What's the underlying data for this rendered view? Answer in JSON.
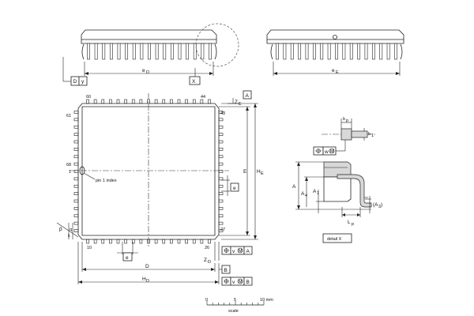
{
  "top_views": {
    "left_label_e": "e",
    "left_label_sub": "D",
    "right_label_e": "e",
    "right_label_sub": "E",
    "datum_d": "D",
    "datum_y": "y",
    "detail_marker": "X"
  },
  "plan_view": {
    "pin_60": "60",
    "pin_44": "44",
    "pin_61": "61",
    "pin_43": "43",
    "pin_68": "68",
    "pin_1": "1",
    "pin1_index": "pin 1 index",
    "pin_27": "27",
    "pin_10": "10",
    "pin_26": "26",
    "datum_a": "A",
    "z_e": "Z",
    "z_e_sub": "E",
    "z_d": "Z",
    "z_d_sub": "D",
    "e_pitch": "e",
    "e_pitch_left": "e",
    "dim_e": "E",
    "dim_he": "H",
    "dim_he_sub": "E",
    "dim_d": "D",
    "dim_hd": "H",
    "dim_hd_sub": "D",
    "datum_b": "B",
    "fcf_v": "v",
    "fcf_m": "M",
    "fcf_a": "A",
    "fcf_b": "B",
    "beta": "β",
    "k": "k",
    "q": "q"
  },
  "detail_view": {
    "bp": "b",
    "bp_sub": "p",
    "b1": "b",
    "b1_sub": "1",
    "fcf_w": "w",
    "fcf_m": "M",
    "a": "A",
    "a4": "A",
    "a4_sub": "4",
    "a1": "A",
    "a1_sub": "1",
    "a3": "(A",
    "a3_sub": "3",
    "a3_close": ")",
    "lp": "L",
    "lp_sub": "p",
    "caption": "detail X"
  },
  "scale_bar": {
    "tick_0": "0",
    "tick_5": "5",
    "tick_10": "10 mm",
    "caption": "scale"
  }
}
